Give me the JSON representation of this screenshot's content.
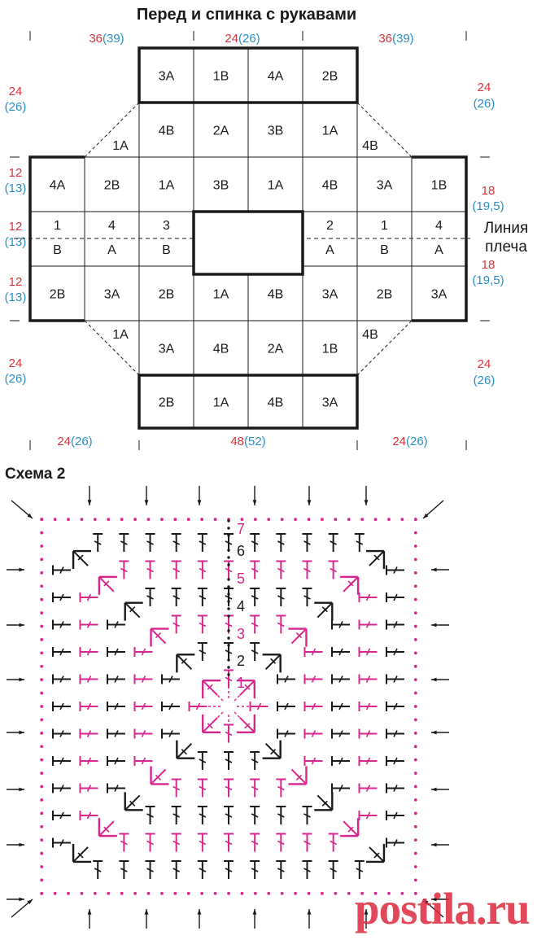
{
  "diagram_title": "Перед и спинка с рукавами",
  "dims_top": [
    {
      "red": "36",
      "blue": "(39)"
    },
    {
      "red": "24",
      "blue": "(26)"
    },
    {
      "red": "36",
      "blue": "(39)"
    }
  ],
  "dims_bottom": [
    {
      "red": "24",
      "blue": "(26)"
    },
    {
      "red": "48",
      "blue": "(52)"
    },
    {
      "red": "24",
      "blue": "(26)"
    }
  ],
  "dims_left": [
    {
      "red": "24",
      "blue": "(26)"
    },
    {
      "red": "12",
      "blue": "(13)"
    },
    {
      "red": "12",
      "blue": "(13)"
    },
    {
      "red": "12",
      "blue": "(13)"
    },
    {
      "red": "24",
      "blue": "(26)"
    }
  ],
  "dims_right": [
    {
      "red": "24",
      "blue": "(26)"
    },
    {
      "red": "18",
      "blue": "(19,5)"
    },
    {
      "red": "18",
      "blue": "(19,5)"
    },
    {
      "red": "24",
      "blue": "(26)"
    }
  ],
  "shoulder_line_label": [
    "Линия",
    "плеча"
  ],
  "grid_rows": [
    [
      "3А",
      "1В",
      "4А",
      "2В"
    ],
    [
      "1А",
      "4В",
      "2А",
      "3В",
      "1А",
      "4В"
    ],
    [
      "4А",
      "2В",
      "1А",
      "3В",
      "1А",
      "4В",
      "3А",
      "1В"
    ],
    [
      "1|В",
      "4|А",
      "3|В",
      "2|А",
      "1|В",
      "4|А"
    ],
    [
      "2В",
      "3А",
      "2В",
      "1А",
      "4В",
      "3А",
      "2В",
      "3А"
    ],
    [
      "1А",
      "3А",
      "4В",
      "2А",
      "1В",
      "4В"
    ],
    [
      "2В",
      "1А",
      "4В",
      "3А"
    ]
  ],
  "scheme_title": "Схема 2",
  "row_numbers": [
    "1",
    "2",
    "3",
    "4",
    "5",
    "6",
    "7"
  ],
  "colors": {
    "dark": "#1a1a1a",
    "pink": "#d8268f",
    "red": "#d9343a",
    "blue": "#2a8fc9"
  },
  "watermark": "postila.ru"
}
